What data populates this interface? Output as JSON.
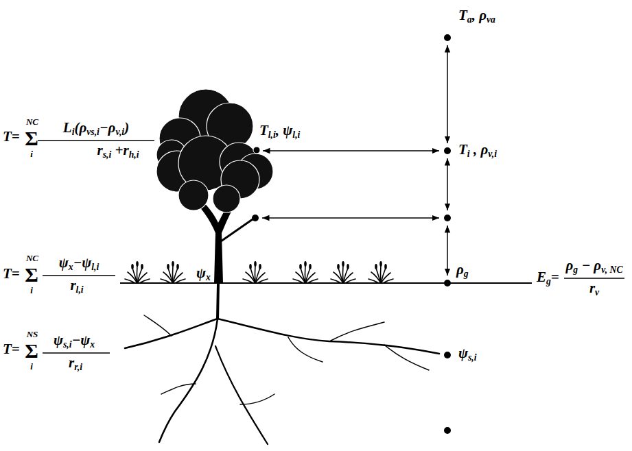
{
  "diagram": {
    "labels": [
      "Ta, ρva",
      "Tl,i, ψl,i",
      "Ti , ρv,i",
      "ρg",
      "Eg=",
      "ρg − ρv, NC",
      "rv",
      "ψs,i",
      "T=",
      "Σ",
      "NC",
      "i",
      "Li(ρvs,i−ρv,i)",
      "rs,i +rh,i",
      "T=",
      "Σ",
      "NC",
      "i",
      "ψx−ψl,i",
      "rl,i",
      "T=",
      "Σ",
      "NS",
      "i",
      "ψs,i−ψx",
      "rr,i",
      "ψx"
    ]
  }
}
